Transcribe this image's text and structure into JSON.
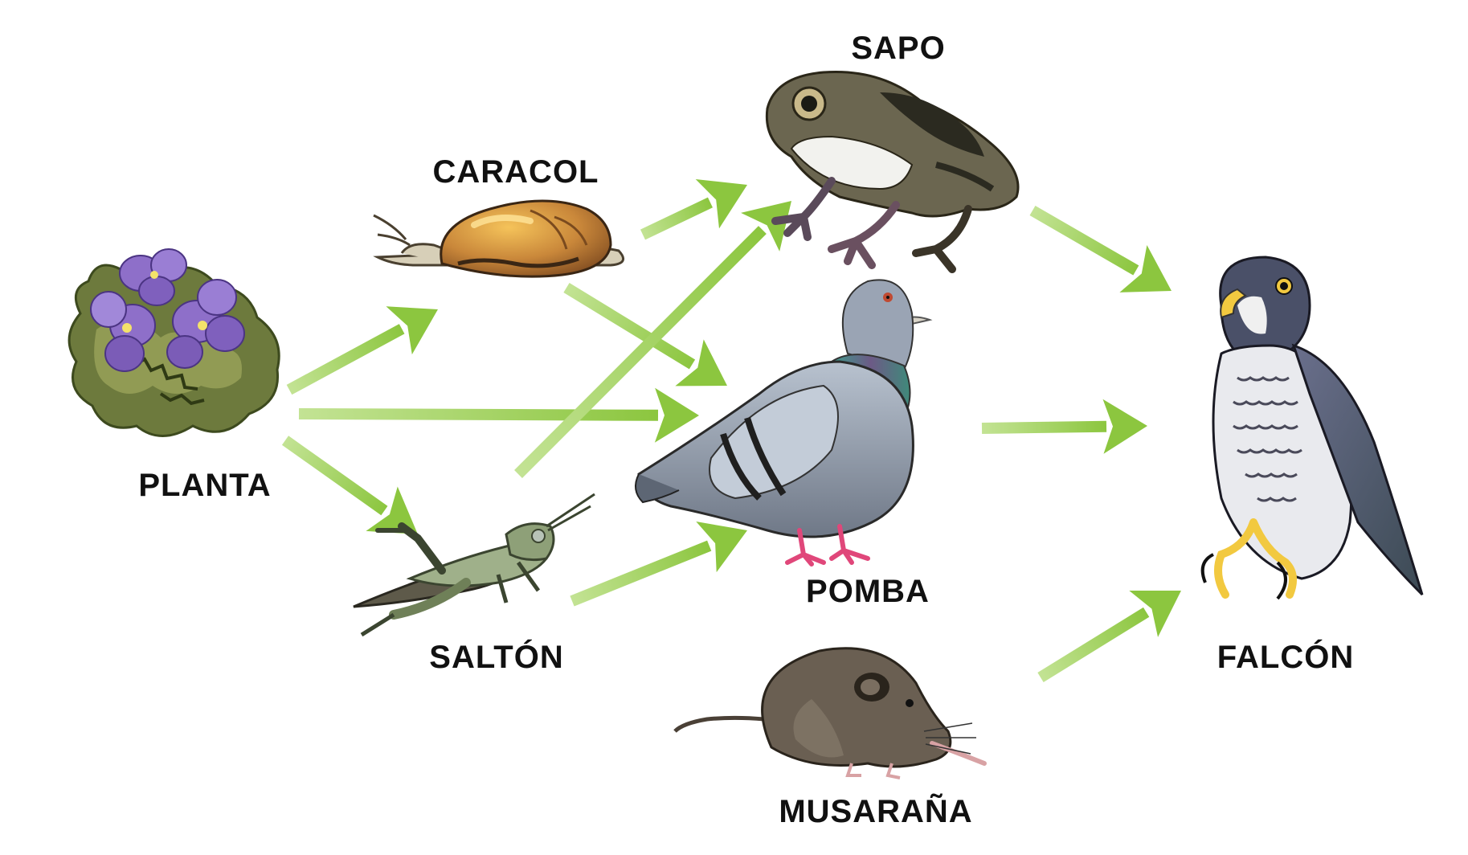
{
  "colors": {
    "arrow": "#8cc63f",
    "arrow_light": "#b5dc7e",
    "label": "#111111",
    "flower": "#8e6fc9",
    "moss": "#6d7a3d",
    "shell": "#c98a3c",
    "grasshopper": "#8e9f74",
    "toad": "#6b6650",
    "pigeon": "#9aa4b4",
    "shrew": "#6a5f52",
    "falcon": "#5a6072"
  },
  "nodes": {
    "planta": "PLANTA",
    "caracol": "CARACOL",
    "salton": "SALTÓN",
    "sapo": "SAPO",
    "pomba": "POMBA",
    "musarana": "MUSARAÑA",
    "falcon": "FALCÓN"
  },
  "edges": [
    {
      "from": "planta",
      "to": "caracol"
    },
    {
      "from": "planta",
      "to": "pomba"
    },
    {
      "from": "planta",
      "to": "salton"
    },
    {
      "from": "caracol",
      "to": "sapo"
    },
    {
      "from": "caracol",
      "to": "pomba"
    },
    {
      "from": "salton",
      "to": "sapo"
    },
    {
      "from": "salton",
      "to": "pomba"
    },
    {
      "from": "sapo",
      "to": "falcon"
    },
    {
      "from": "pomba",
      "to": "falcon"
    },
    {
      "from": "musarana",
      "to": "falcon"
    }
  ],
  "icons": {
    "planta": "flower-moss-icon",
    "caracol": "snail-icon",
    "salton": "grasshopper-icon",
    "sapo": "toad-icon",
    "pomba": "pigeon-icon",
    "musarana": "shrew-icon",
    "falcon": "falcon-icon"
  }
}
